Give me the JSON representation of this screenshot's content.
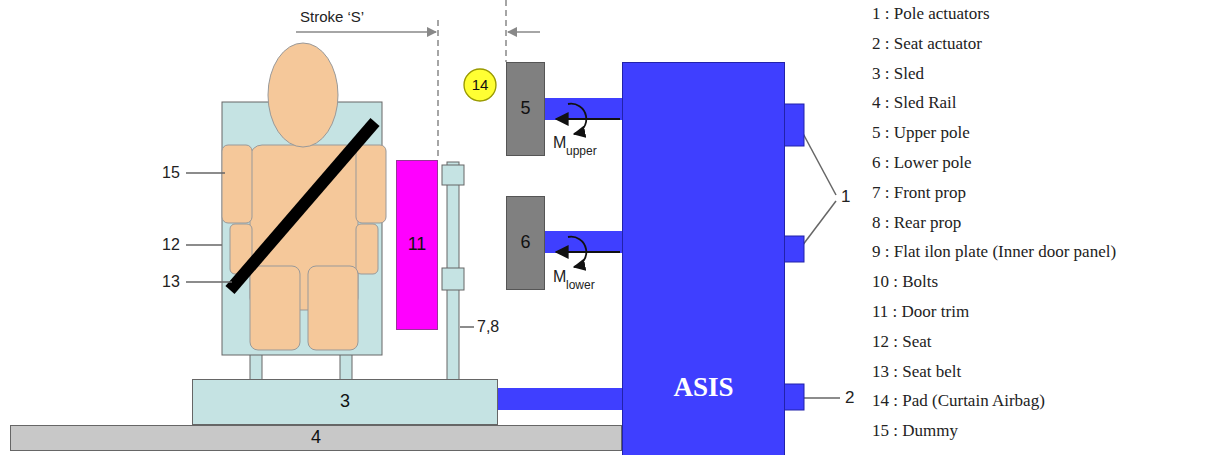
{
  "diagram": {
    "nodes": [
      {
        "text": [
          "14"
        ]
      },
      {
        "text": [
          "5"
        ]
      },
      {
        "text": [
          "6"
        ]
      },
      {
        "text": [
          "11"
        ]
      },
      {
        "text": [
          "ASIS"
        ]
      },
      {
        "text": [
          "3"
        ]
      },
      {
        "text": [
          "4"
        ]
      }
    ],
    "edges": [
      {
        "from": 4,
        "to": 1,
        "arrow": "none"
      },
      {
        "from": 4,
        "to": 2,
        "arrow": "none"
      },
      {
        "from": 4,
        "to": 5,
        "arrow": "none"
      }
    ],
    "labels": [
      "Stroke ‘S’",
      "M",
      "upper",
      "M",
      "lower",
      "15",
      "12",
      "13",
      "7,8",
      "1",
      "2",
      "1 : Pole actuators",
      "2 : Seat actuator",
      "3 : Sled",
      "4 : Sled Rail",
      "5 : Upper pole",
      "6 : Lower pole",
      "7 : Front prop",
      "8 : Rear prop",
      "9 : Flat ilon plate (Inner door panel)",
      "10 : Bolts",
      "11 : Door trim",
      "12 : Seat",
      "13 : Seat belt",
      "14 : Pad (Curtain Airbag)",
      "15 : Dummy"
    ]
  }
}
